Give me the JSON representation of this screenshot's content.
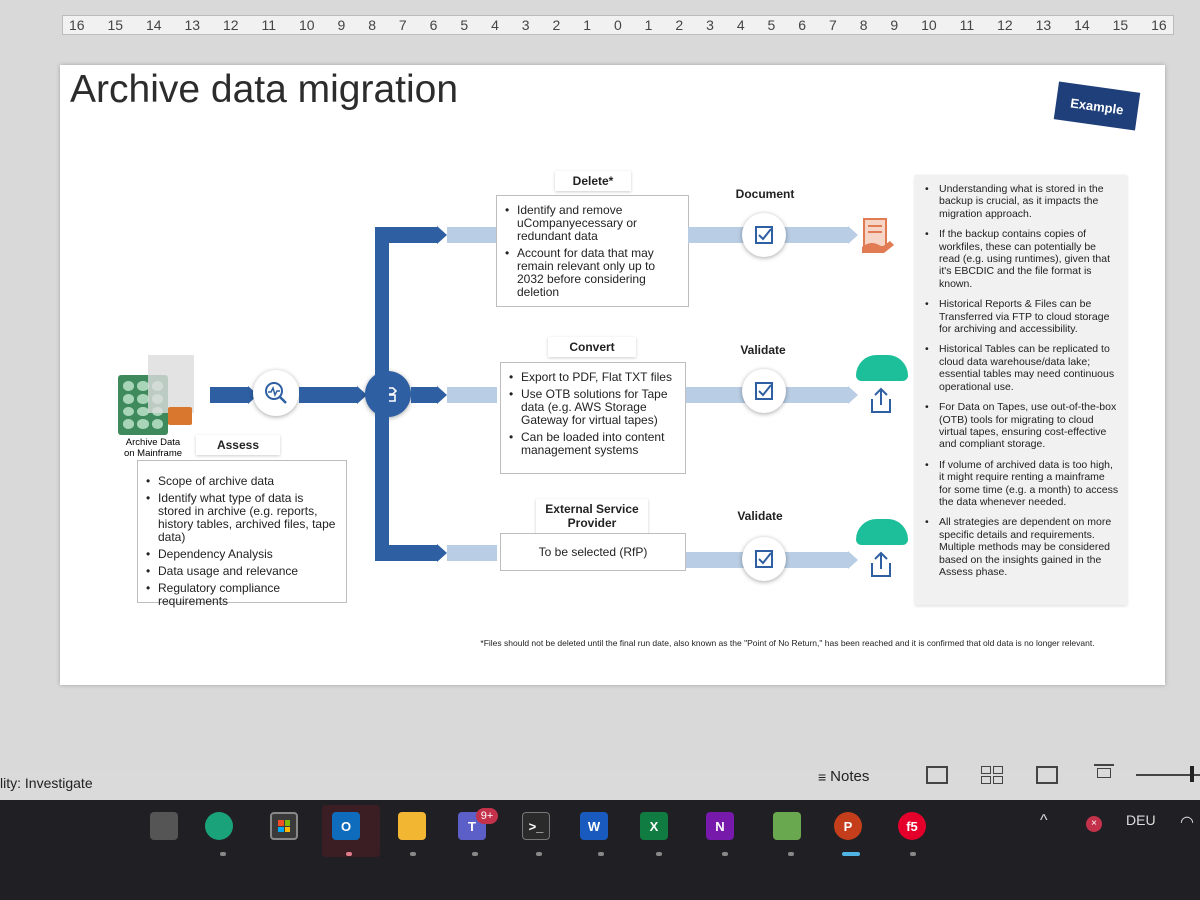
{
  "ruler": {
    "ticks": [
      "16",
      "15",
      "14",
      "13",
      "12",
      "11",
      "10",
      "9",
      "8",
      "7",
      "6",
      "5",
      "4",
      "3",
      "2",
      "1",
      "0",
      "1",
      "2",
      "3",
      "4",
      "5",
      "6",
      "7",
      "8",
      "9",
      "10",
      "11",
      "12",
      "13",
      "14",
      "15",
      "16"
    ]
  },
  "slide": {
    "title": "Archive data migration",
    "badge": "Example",
    "source": {
      "label": "Archive Data\non Mainframe"
    },
    "assess": {
      "title": "Assess",
      "items": [
        "Scope of archive data",
        "Identify what type of data is stored in archive (e.g. reports, history tables, archived files, tape data)",
        "Dependency Analysis",
        "Data usage and relevance",
        "Regulatory compliance requirements"
      ]
    },
    "delete": {
      "title": "Delete*",
      "items": [
        "Identify and remove uCompanyecessary or redundant data",
        "Account for data that may remain relevant only up to 2032 before considering deletion"
      ],
      "step": "Document"
    },
    "convert": {
      "title": "Convert",
      "items": [
        "Export to PDF, Flat TXT files",
        "Use OTB solutions for Tape data (e.g. AWS Storage Gateway for virtual tapes)",
        "Can be loaded into content management systems"
      ],
      "step": "Validate"
    },
    "external": {
      "title": "External Service Provider",
      "body": "To be selected (RfP)",
      "step": "Validate"
    },
    "notes": [
      "Understanding what is stored in the backup is crucial, as it impacts the migration approach.",
      "If the backup contains copies of workfiles, these can potentially be read (e.g. using runtimes), given that it's EBCDIC and the file format is known.",
      "Historical Reports & Files can be Transferred via FTP to cloud storage for archiving and accessibility.",
      "Historical Tables can be replicated to cloud data warehouse/data lake; essential tables may need continuous operational use.",
      "For Data on Tapes, use out-of-the-box (OTB) tools for migrating to cloud virtual tapes, ensuring cost-effective and compliant storage.",
      "If volume of archived data is too high, it might require renting a mainframe for some time (e.g. a month) to access the data whenever needed.",
      "All strategies are dependent on more specific details and requirements. Multiple methods may be considered based on the insights gained in the Assess phase."
    ],
    "footnote": "*Files should not be deleted until the final run date, also known as the \"Point of No Return,\" has been reached and it is confirmed that old data is no longer relevant."
  },
  "statusbar": {
    "left": "lity: Investigate",
    "notes": "Notes"
  },
  "taskbar": {
    "teams_badge": "9+",
    "apps": [
      "task-view",
      "edge",
      "store",
      "outlook",
      "files",
      "teams",
      "terminal",
      "word",
      "excel",
      "onenote",
      "paint",
      "powerpoint",
      "f5"
    ],
    "language": "DEU"
  },
  "colors": {
    "blue": "#2e5fa3",
    "light_blue": "#b9cde4",
    "teal": "#1dbf9a",
    "orange": "#e07b53"
  }
}
